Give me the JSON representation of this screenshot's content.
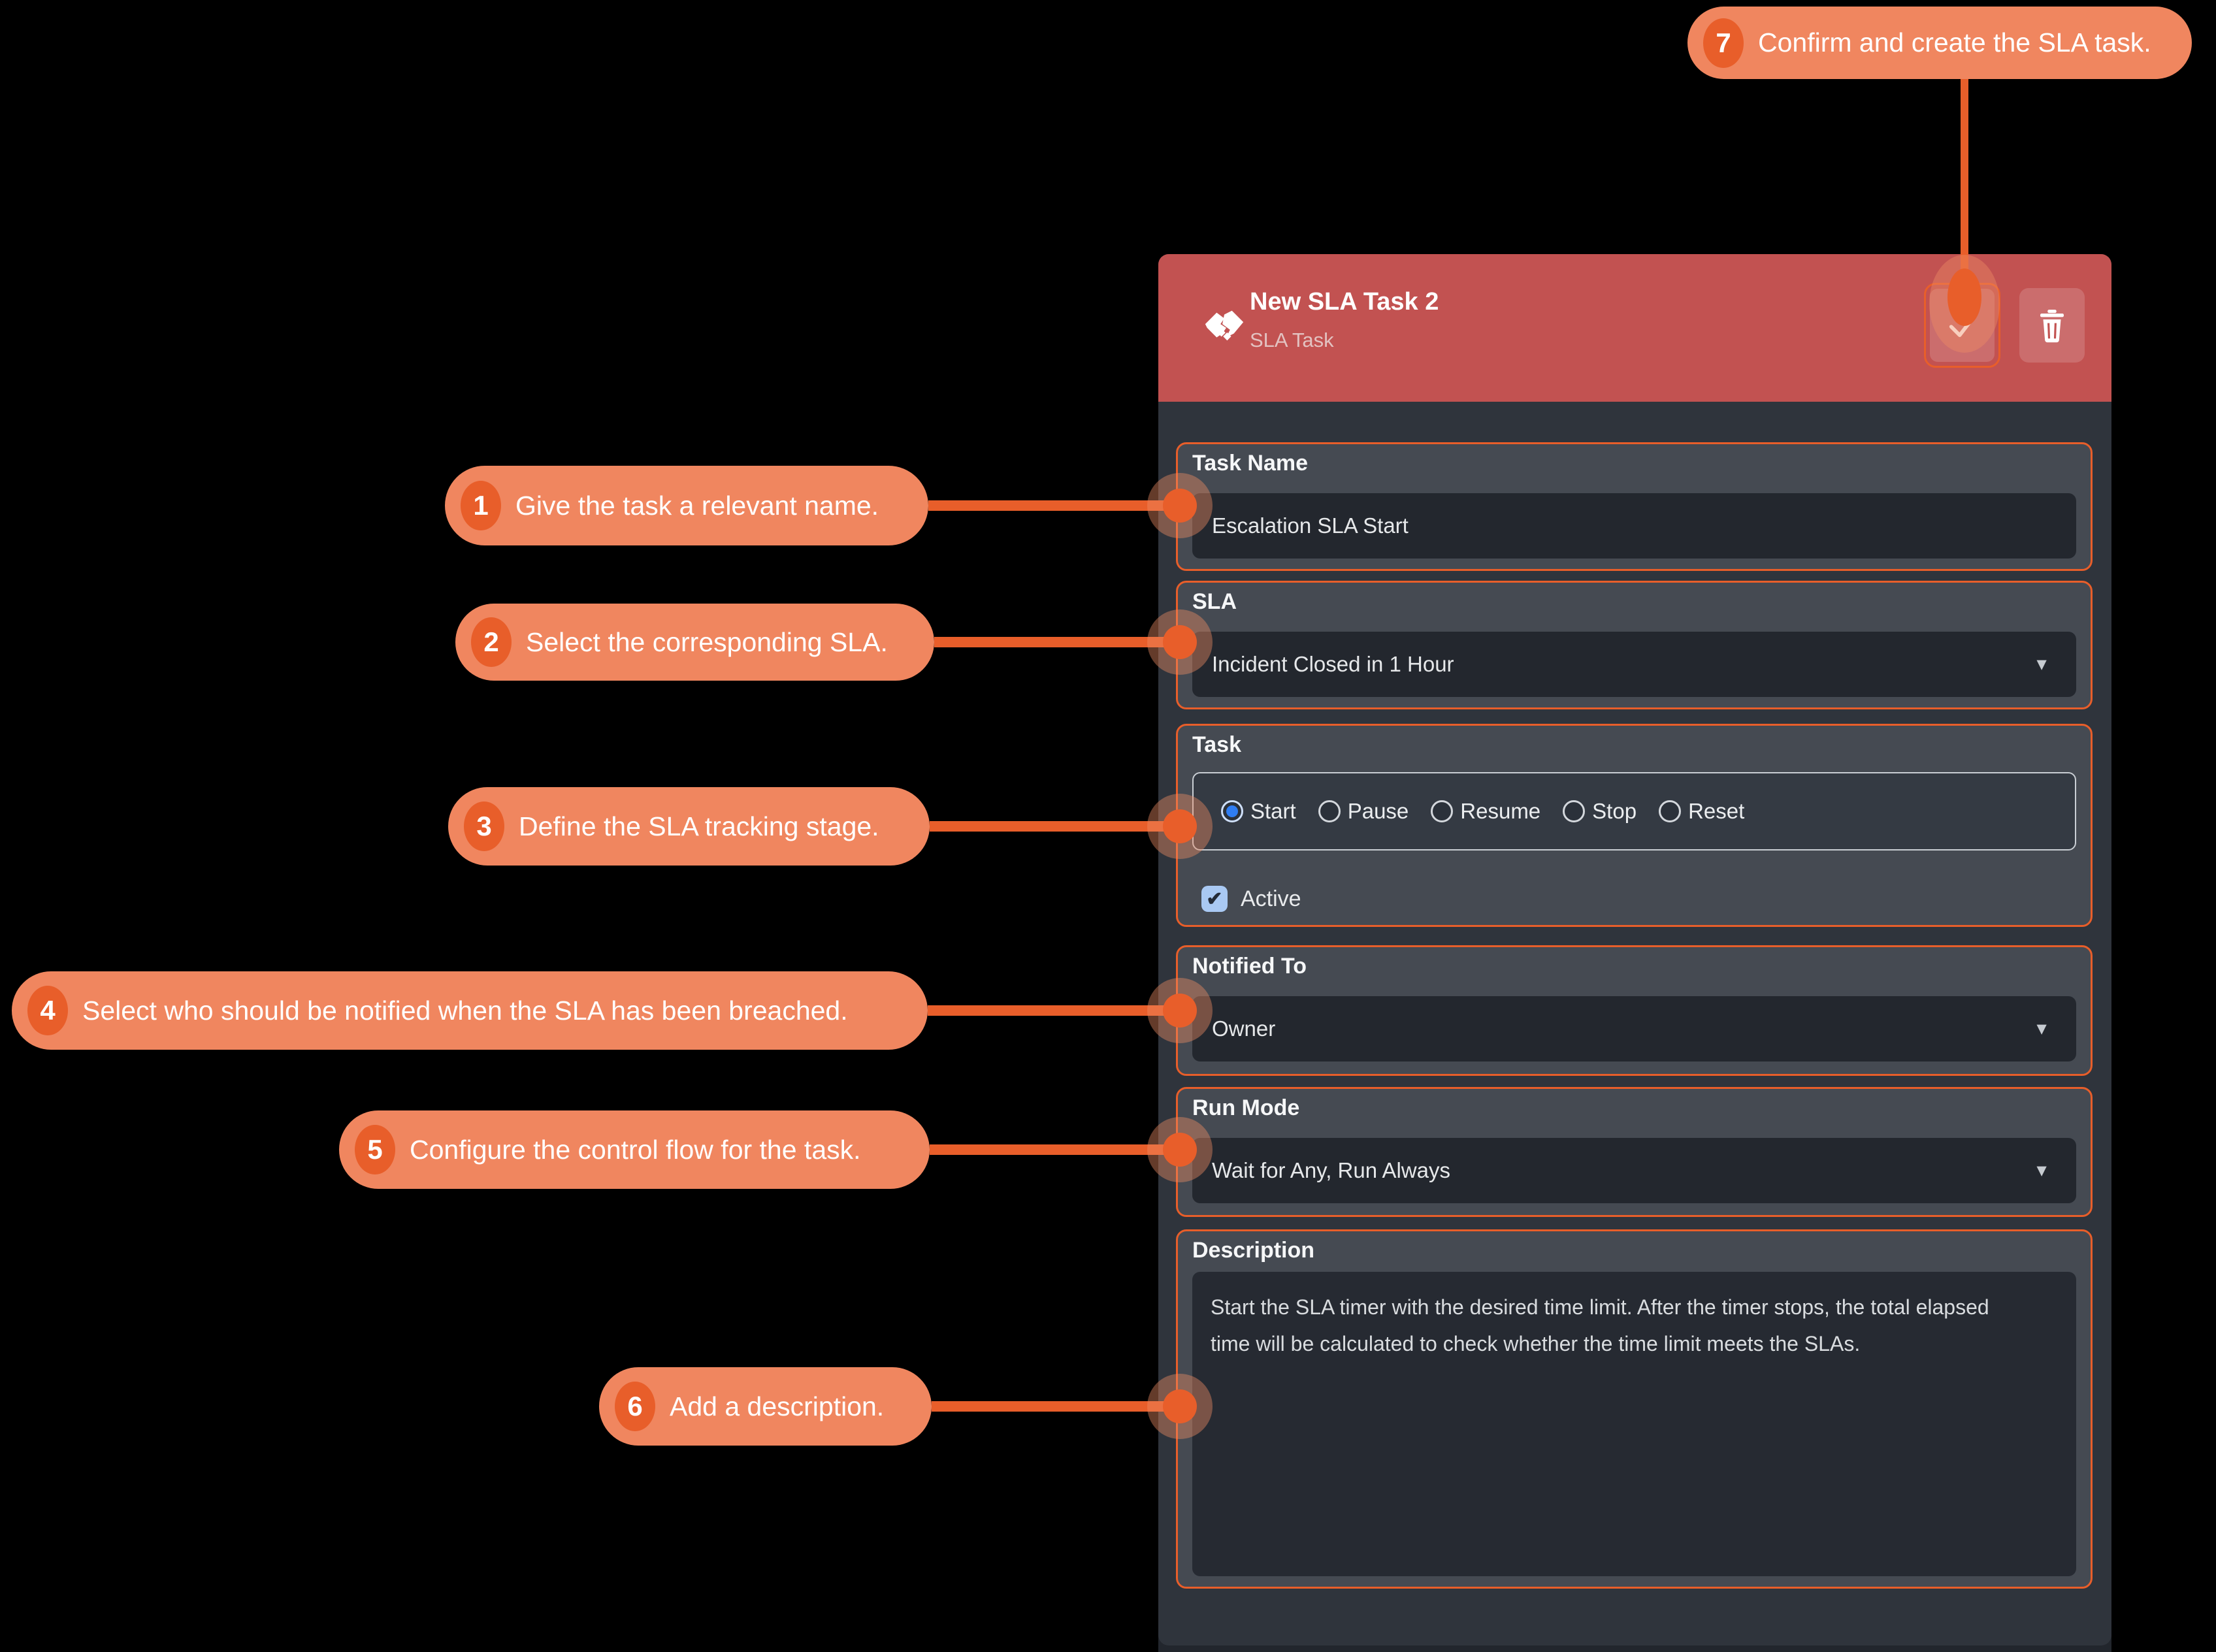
{
  "header": {
    "title": "New SLA Task 2",
    "subtitle": "SLA Task",
    "type_icon": "handshake-icon",
    "confirm_icon": "check-icon",
    "delete_icon": "trash-icon"
  },
  "fields": {
    "task_name": {
      "label": "Task Name",
      "value": "Escalation SLA Start"
    },
    "sla": {
      "label": "SLA",
      "value": "Incident Closed in 1 Hour"
    },
    "task": {
      "label": "Task",
      "options": [
        "Start",
        "Pause",
        "Resume",
        "Stop",
        "Reset"
      ],
      "selected": "Start",
      "active": {
        "label": "Active",
        "checked": true
      }
    },
    "notified_to": {
      "label": "Notified To",
      "value": "Owner"
    },
    "run_mode": {
      "label": "Run Mode",
      "value": "Wait for Any, Run Always"
    },
    "description": {
      "label": "Description",
      "value": "Start the SLA timer with the desired time limit. After the timer stops, the total elapsed time will be calculated to check whether the time limit meets the SLAs."
    }
  },
  "callouts": [
    {
      "number": "1",
      "text": "Give the task a relevant name."
    },
    {
      "number": "2",
      "text": "Select the corresponding SLA."
    },
    {
      "number": "3",
      "text": "Define the SLA tracking stage."
    },
    {
      "number": "4",
      "text": "Select who should be notified when the SLA has been breached."
    },
    {
      "number": "5",
      "text": "Configure the control flow for the task."
    },
    {
      "number": "6",
      "text": "Add a description."
    },
    {
      "number": "7",
      "text": "Confirm and create the SLA task."
    }
  ],
  "icons": {
    "check": "✓",
    "checkbox_check": "✔",
    "caret": "▼"
  },
  "colors": {
    "accent_orange": "#e85e2a",
    "callout_fill": "#f0865f",
    "header_red": "#c25251",
    "panel_bg": "#2f343c",
    "group_bg": "#454a52",
    "input_bg": "#23272e",
    "radio_selected_blue": "#2f7df2",
    "checkbox_blue": "#a9c9f3"
  }
}
